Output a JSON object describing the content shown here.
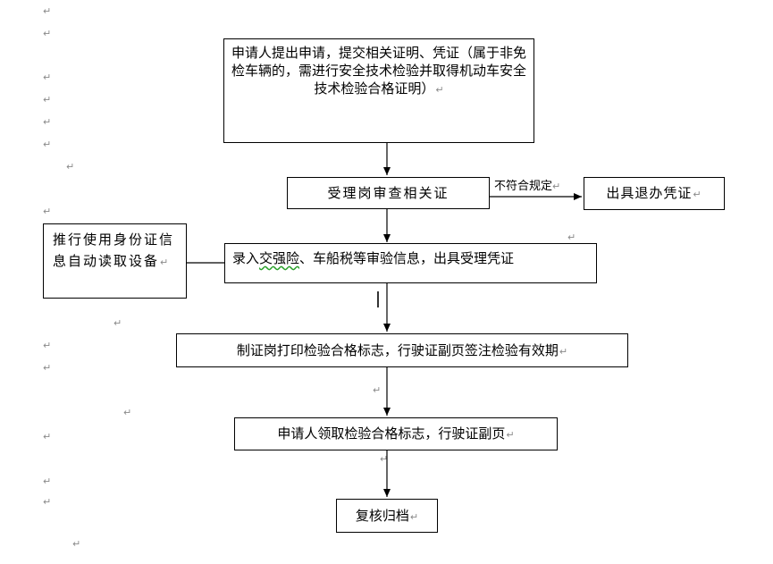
{
  "paragraph_mark": "↵",
  "steps": {
    "apply": "申请人提出申请，提交相关证明、凭证（属于非免检车辆的，需进行安全技术检验并取得机动车安全技术检验合格证明）",
    "review": "受理岗审查相关证",
    "reject_label": "不符合规定",
    "reject": "出具退办凭证",
    "reader": "推行使用身份证信息自动读取设备",
    "enter_a": "录入",
    "enter_b": "交强险",
    "enter_c": "、车船税等审验信息，出具受理凭证",
    "print": "制证岗打印检验合格标志，行驶证副页签注检验有效期",
    "collect": "申请人领取检验合格标志，行驶证副页",
    "archive": "复核归档"
  }
}
